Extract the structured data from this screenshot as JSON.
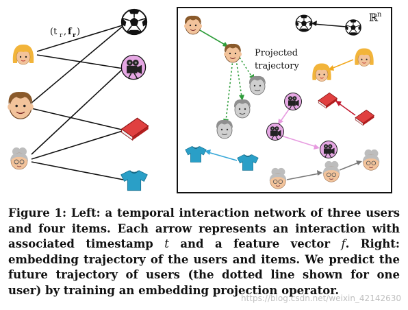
{
  "figure": {
    "edge_label_t": "t",
    "edge_label_t_sub": "r",
    "edge_label_f": "f",
    "edge_label_f_sub": "r",
    "space_label": "ℝ",
    "space_label_sup": "n",
    "projected_line1": "Projected",
    "projected_line2": "trajectory",
    "colors": {
      "skin": "#F2C39B",
      "hair_blonde": "#F2B43A",
      "hair_brown": "#8A5A2B",
      "hair_gray": "#BDBDBD",
      "book_red": "#D42B2B",
      "tshirt_teal": "#2A9FC7",
      "arrow_green": "#2E9D3A",
      "arrow_orange": "#F2A81D",
      "arrow_red": "#C0172C",
      "arrow_pink": "#E79BE0",
      "arrow_blue": "#35A7D8",
      "arrow_gray": "#777777",
      "arrow_black": "#111111"
    }
  },
  "caption": {
    "p1": "Figure 1: Left: a temporal interaction network of three users and four items. Each arrow represents an interaction with associated timestamp ",
    "t": "t",
    "p2": " and a feature vector ",
    "f": "f",
    "p3": ". Right: embedding trajectory of the users and items. We predict the future trajectory of users (the dotted line shown for one user) by training an embedding projection operator."
  },
  "watermark": "https://blog.csdn.net/weixin_42142630"
}
